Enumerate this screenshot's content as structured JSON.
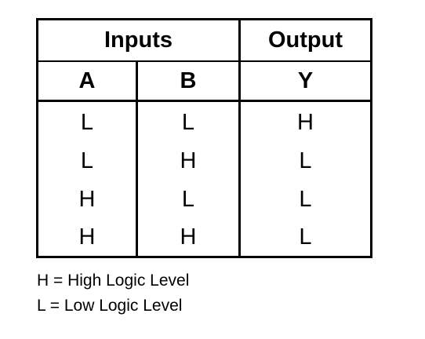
{
  "table": {
    "group_headers": {
      "inputs": "Inputs",
      "output": "Output"
    },
    "column_headers": {
      "a": "A",
      "b": "B",
      "y": "Y"
    },
    "rows": [
      {
        "a": "L",
        "b": "L",
        "y": "H"
      },
      {
        "a": "L",
        "b": "H",
        "y": "L"
      },
      {
        "a": "H",
        "b": "L",
        "y": "L"
      },
      {
        "a": "H",
        "b": "H",
        "y": "L"
      }
    ]
  },
  "legend": {
    "high": "H = High Logic Level",
    "low": "L = Low Logic Level"
  }
}
